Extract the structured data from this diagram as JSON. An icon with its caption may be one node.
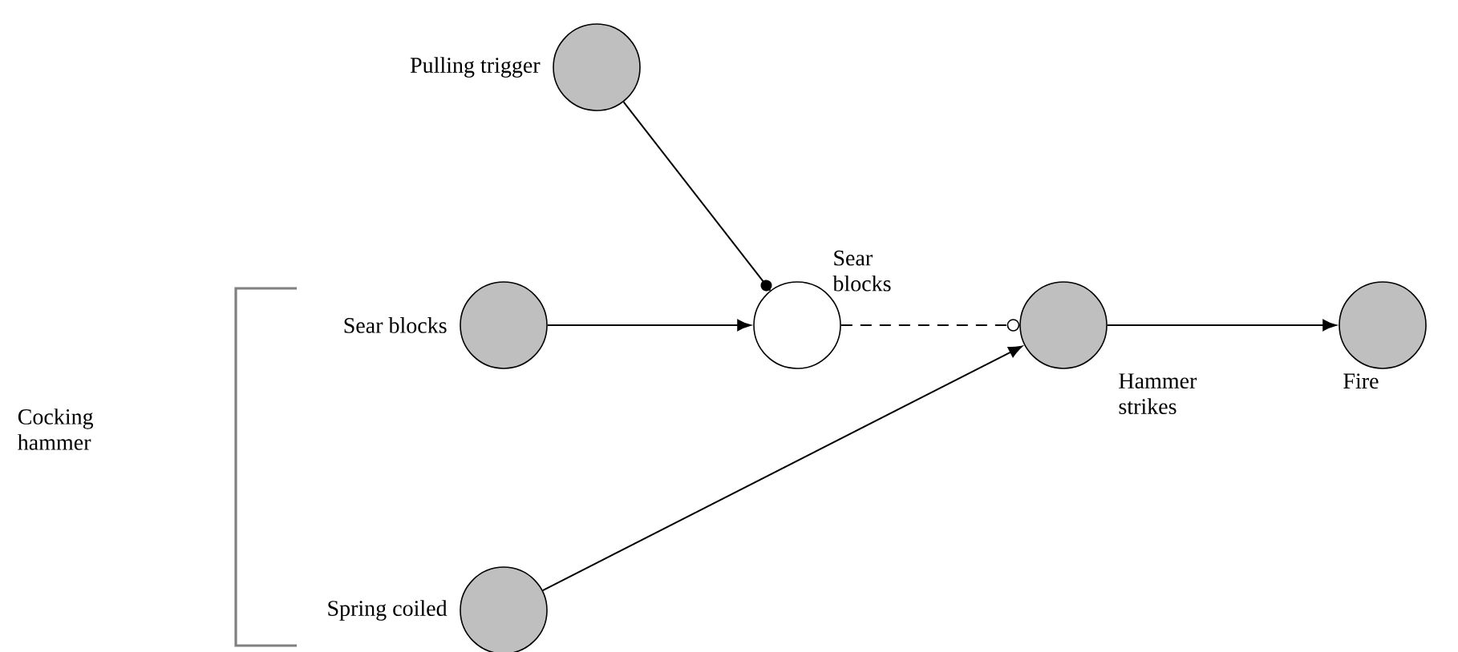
{
  "diagram": {
    "nodes": [
      {
        "text": [],
        "shape": "circle",
        "beside": [
          "Pulling trigger"
        ]
      },
      {
        "text": [],
        "shape": "circle",
        "beside": [
          "Sear blocks"
        ]
      },
      {
        "text": [],
        "shape": "circle",
        "beside": [
          "Sear blocks"
        ]
      },
      {
        "text": [],
        "shape": "circle",
        "beside": [
          "Hammer strikes"
        ]
      },
      {
        "text": [],
        "shape": "circle",
        "beside": [
          "Fire"
        ]
      },
      {
        "text": [],
        "shape": "circle",
        "beside": [
          "Spring coiled"
        ]
      }
    ],
    "edges": [
      {
        "from": 0,
        "to": 2,
        "arrow": "other"
      },
      {
        "from": 1,
        "to": 2,
        "arrow": "to"
      },
      {
        "from": 2,
        "to": 3,
        "arrow": "other",
        "style": "dashed"
      },
      {
        "from": 5,
        "to": 3,
        "arrow": "to"
      },
      {
        "from": 3,
        "to": 4,
        "arrow": "to"
      }
    ],
    "labels": [
      "Cocking hammer"
    ]
  }
}
